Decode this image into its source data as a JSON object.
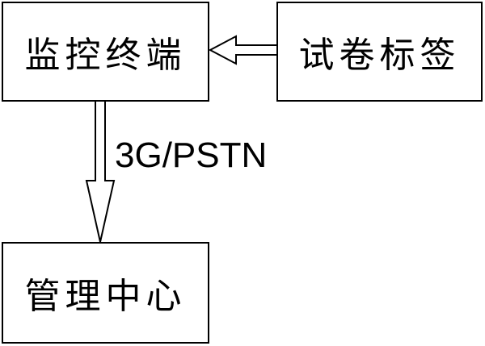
{
  "nodes": {
    "monitor": {
      "label": "监控终端"
    },
    "tag": {
      "label": "试卷标签"
    },
    "center": {
      "label": "管理中心"
    }
  },
  "edges": {
    "tag_to_monitor": {
      "label": ""
    },
    "monitor_to_center": {
      "label": "3G/PSTN"
    }
  },
  "colors": {
    "stroke": "#000000",
    "background": "#ffffff"
  }
}
